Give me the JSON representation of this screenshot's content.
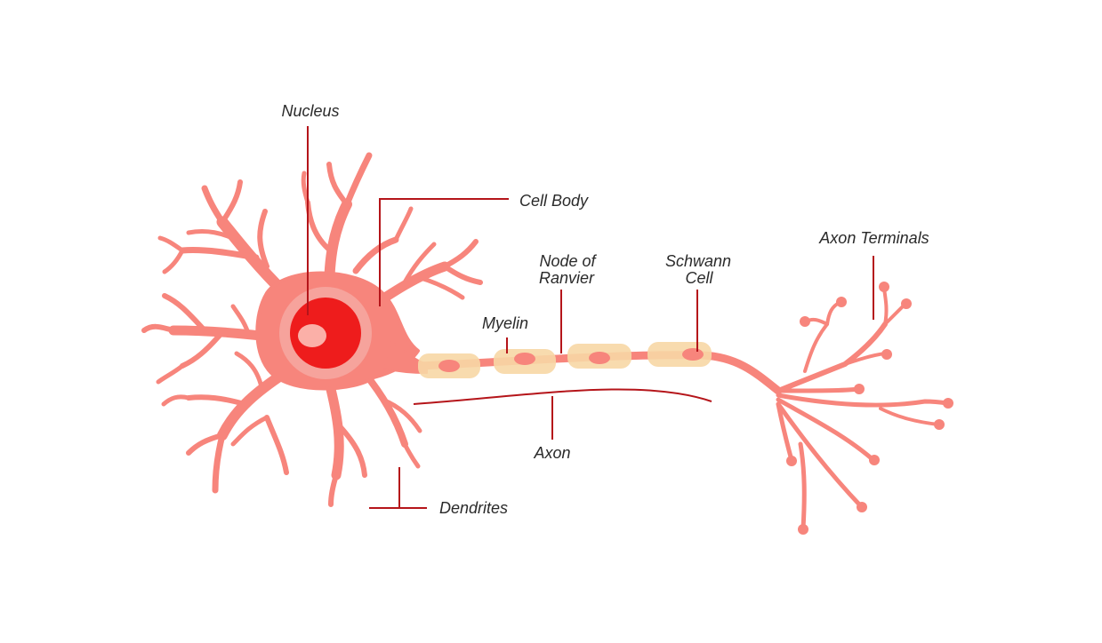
{
  "diagram": {
    "labels": {
      "nucleus": "Nucleus",
      "cell_body": "Cell Body",
      "node_of_ranvier_line1": "Node of",
      "node_of_ranvier_line2": "Ranvier",
      "schwann_line1": "Schwann",
      "schwann_line2": "Cell",
      "myelin": "Myelin",
      "axon_terminals": "Axon Terminals",
      "axon": "Axon",
      "dendrites": "Dendrites"
    },
    "colors": {
      "background": "#ffffff",
      "neuron_fill": "#f7857c",
      "neuron_highlight": "#fbb0a8",
      "nucleus_fill": "#ee1c1c",
      "nucleus_ring": "#f6a39c",
      "myelin_fill": "#f7d7a5",
      "leader_line": "#b5151a",
      "label_text": "#2a2a2a"
    }
  }
}
